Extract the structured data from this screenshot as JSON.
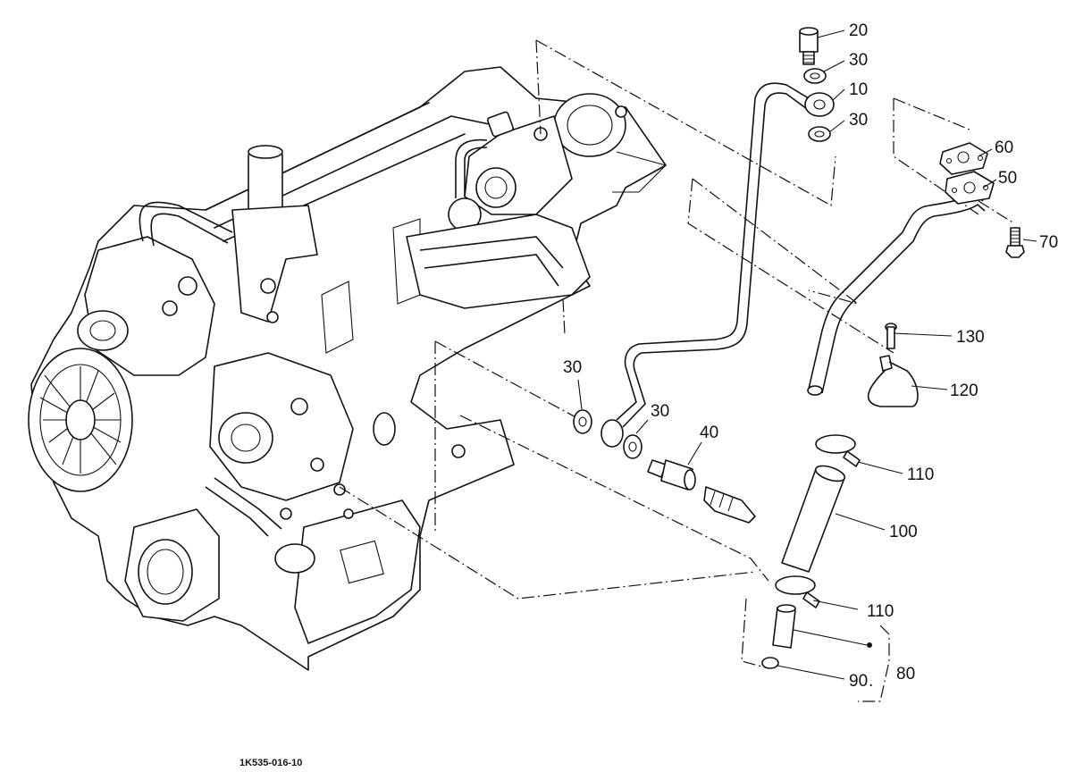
{
  "diagram": {
    "drawing_code": "1K535-016-10",
    "callouts": [
      "20",
      "30",
      "10",
      "30",
      "60",
      "50",
      "70",
      "130",
      "120",
      "30",
      "30",
      "40",
      "110",
      "100",
      "110",
      "90",
      "80"
    ]
  }
}
